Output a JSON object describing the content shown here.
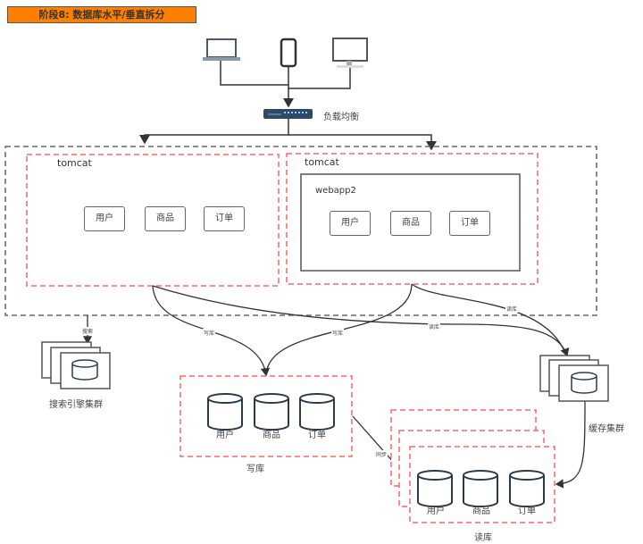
{
  "title": "阶段8: 数据库水平/垂直拆分",
  "load_balancer": {
    "label": "负载均衡"
  },
  "clients": [
    "laptop",
    "phone",
    "desktop"
  ],
  "app_servers": [
    {
      "label": "tomcat",
      "services": [
        "用户",
        "商品",
        "订单"
      ]
    },
    {
      "label": "tomcat",
      "webapp_label": "webapp2",
      "services": [
        "用户",
        "商品",
        "订单"
      ]
    }
  ],
  "search_cluster": {
    "label": "搜索引擎集群",
    "edge_label": "搜索"
  },
  "cache_cluster": {
    "label": "缓存集群"
  },
  "write_db": {
    "label": "写库",
    "tables": [
      "用户",
      "商品",
      "订单"
    ]
  },
  "read_db": {
    "label": "读库",
    "tables": [
      "用户",
      "商品",
      "订单"
    ]
  },
  "edges": {
    "write1": "写库",
    "write2": "写库",
    "read1": "读库",
    "read2": "读库",
    "sync": "同步"
  },
  "colors": {
    "title_bg": "#ff8000",
    "dashed_red": "#ff6666",
    "dashed_gray": "#666666",
    "lb_blue": "#2e4a66"
  }
}
